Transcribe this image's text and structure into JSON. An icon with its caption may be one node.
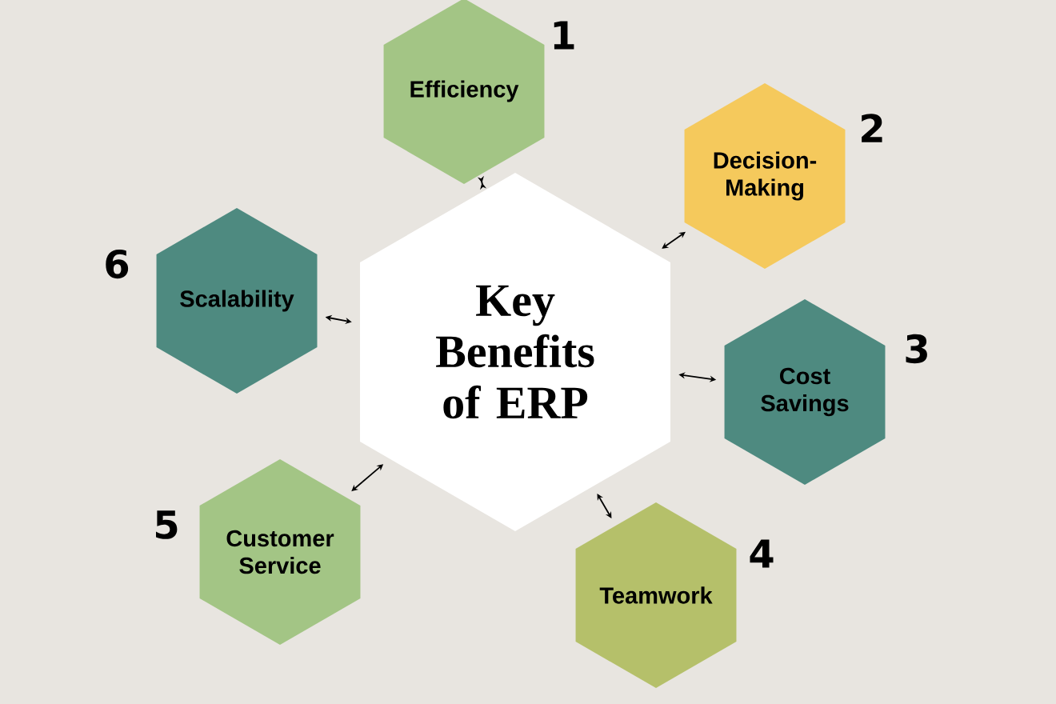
{
  "diagram": {
    "nodes": [
      {
        "text": [
          "Key Benefits of ERP"
        ]
      },
      {
        "text": [
          "Efficiency"
        ],
        "beside": [
          "1"
        ]
      },
      {
        "text": [
          "Decision-Making"
        ],
        "beside": [
          "2"
        ]
      },
      {
        "text": [
          "Cost Savings"
        ],
        "beside": [
          "3"
        ]
      },
      {
        "text": [
          "Teamwork"
        ],
        "beside": [
          "4"
        ]
      },
      {
        "text": [
          "Customer Service"
        ],
        "beside": [
          "5"
        ]
      },
      {
        "text": [
          "Scalability"
        ],
        "beside": [
          "6"
        ]
      }
    ],
    "edges": [
      {
        "from": 0,
        "to": 1,
        "arrow": "both"
      },
      {
        "from": 0,
        "to": 2,
        "arrow": "both"
      },
      {
        "from": 0,
        "to": 3,
        "arrow": "both"
      },
      {
        "from": 0,
        "to": 4,
        "arrow": "both"
      },
      {
        "from": 0,
        "to": 5,
        "arrow": "both"
      },
      {
        "from": 0,
        "to": 6,
        "arrow": "both"
      }
    ]
  }
}
